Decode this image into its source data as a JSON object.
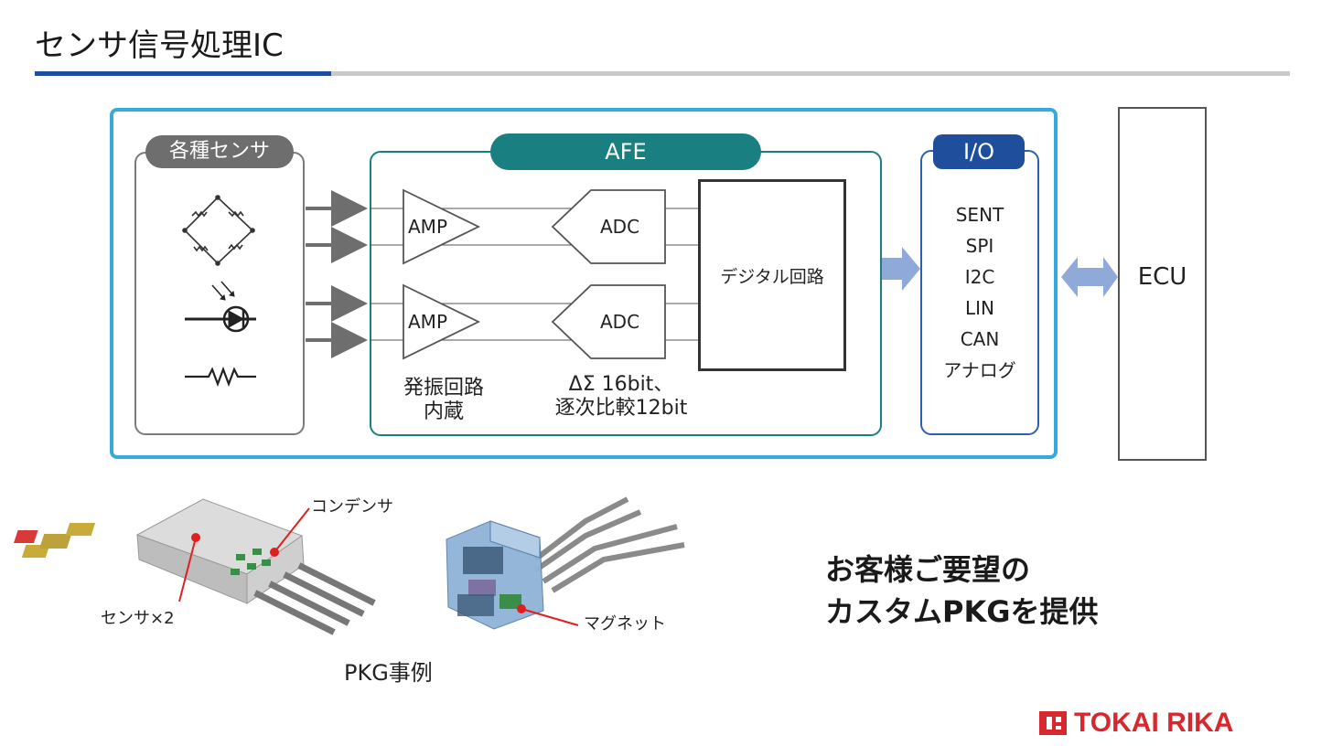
{
  "title": "センサ信号処理IC",
  "sensors": {
    "label": "各種センサ",
    "icons": [
      "bridge-sensor-icon",
      "photodiode-icon",
      "resistor-icon"
    ]
  },
  "afe": {
    "label": "AFE",
    "amp_labels": [
      "AMP",
      "AMP"
    ],
    "adc_labels": [
      "ADC",
      "ADC"
    ],
    "digital_label": "デジタル回路",
    "note_osc_line1": "発振回路",
    "note_osc_line2": "内蔵",
    "note_adc_line1": "ΔΣ  16bit、",
    "note_adc_line2": "逐次比較12bit"
  },
  "io": {
    "label": "I/O",
    "items": [
      "SENT",
      "SPI",
      "I2C",
      "LIN",
      "CAN",
      "アナログ"
    ]
  },
  "ecu": {
    "label": "ECU"
  },
  "package": {
    "caption": "PKG事例",
    "callout_capacitor": "コンデンサ",
    "callout_sensor": "センサ×2",
    "callout_magnet": "マグネット"
  },
  "cta": {
    "line1": "お客様ご要望の",
    "line2": "カスタムPKGを提供"
  },
  "brand": {
    "logo_text": "TOKAI RIKA",
    "color": "#d7282f"
  },
  "colors": {
    "outer": "#36a9dd",
    "afe": "#1a7f80",
    "io": "#1f4e9c",
    "arrow": "#8fa9d8"
  }
}
